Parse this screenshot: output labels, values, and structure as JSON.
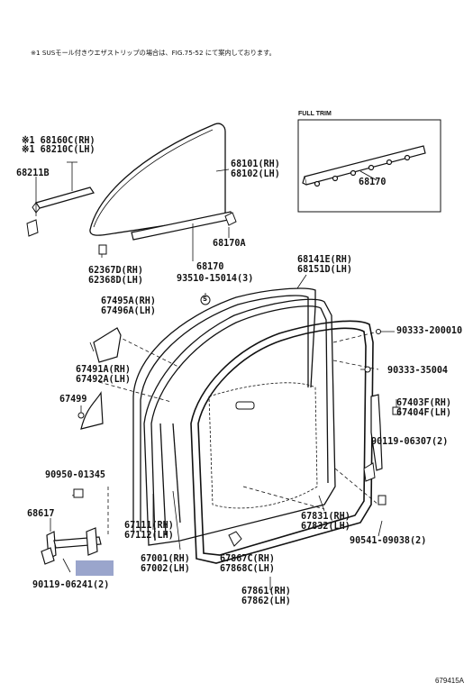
{
  "note": "※1 SUSモール付きウエザストリップの場合は、FIG.75-52 にて案内しております。",
  "full_trim_label": "FULL TRIM",
  "figure_code": "679415A",
  "accent_color": "#9aa5cc",
  "labels": {
    "p68160c": "※1 68160C(RH)",
    "p68210c": "※1 68210C(LH)",
    "p68211b": "68211B",
    "p68101": "68101(RH)",
    "p68102": "68102(LH)",
    "p68170a": "68170A",
    "p68170": "68170",
    "p93510": "93510-15014(3)",
    "p68170ft": "68170",
    "p62367d": "62367D(RH)",
    "p62368d": "62368D(LH)",
    "p67495a": "67495A(RH)",
    "p67496a": "67496A(LH)",
    "p68141e": "68141E(RH)",
    "p68151d": "68151D(LH)",
    "p90333a": "90333-200010",
    "p90333b": "90333-35004",
    "p67491a": "67491A(RH)",
    "p67492a": "67492A(LH)",
    "p67499": "67499",
    "p67403f": "67403F(RH)",
    "p67404f": "67404F(LH)",
    "p90119a": "90119-06307(2)",
    "p90950": "90950-01345",
    "p68617": "68617",
    "p67111": "67111(RH)",
    "p67112": "67112(LH)",
    "p67831": "67831(RH)",
    "p67832": "67832(LH)",
    "p90541": "90541-09038(2)",
    "p67001": "67001(RH)",
    "p67002": "67002(LH)",
    "p67867c": "67867C(RH)",
    "p67868c": "67868C(LH)",
    "p90119b": "90119-06241(2)",
    "p67861": "67861(RH)",
    "p67862": "67862(LH)",
    "screw_mark": "S"
  }
}
